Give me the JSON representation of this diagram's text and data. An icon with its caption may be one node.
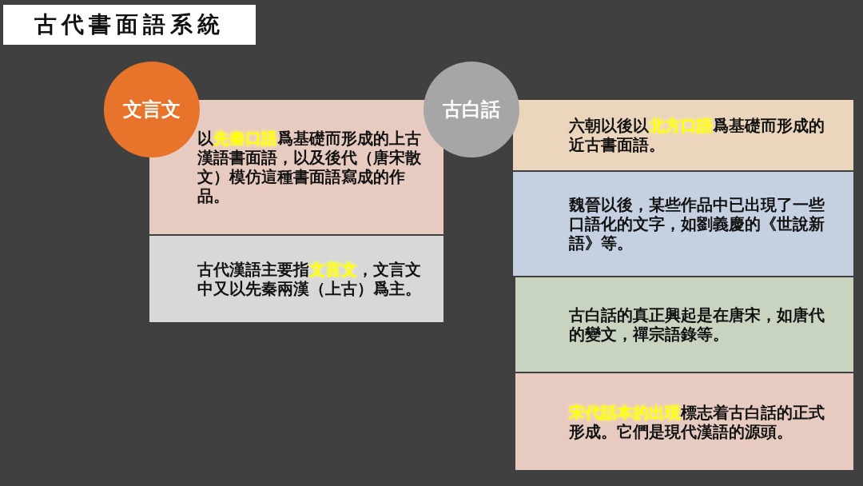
{
  "diagram": {
    "title": "古代書面語系統",
    "nodes": [
      {
        "text": [
          "文言文"
        ]
      },
      {
        "text": [
          "以**先秦口語**爲基礎而形成的上古漢語書面語，以及後代（唐宋散文）模仿這種書面語寫成的作品。"
        ]
      },
      {
        "text": [
          "古代漢語主要指**文言文**，文言文中又以先秦兩漢（上古）爲主。"
        ]
      },
      {
        "text": [
          "古白話"
        ]
      },
      {
        "text": [
          "六朝以後以**北方口語**爲基礎而形成的近古書面語。"
        ]
      },
      {
        "text": [
          "魏晉以後，某些作品中已出現了一些口語化的文字，如劉義慶的《世說新語》等。"
        ]
      },
      {
        "text": [
          "古白話的真正興起是在唐宋，如唐代的變文，禪宗語錄等。"
        ]
      },
      {
        "text": [
          "**宋代話本的出現**標志着古白話的正式形成。它們是現代漢語的源頭。"
        ]
      }
    ],
    "edges": []
  }
}
